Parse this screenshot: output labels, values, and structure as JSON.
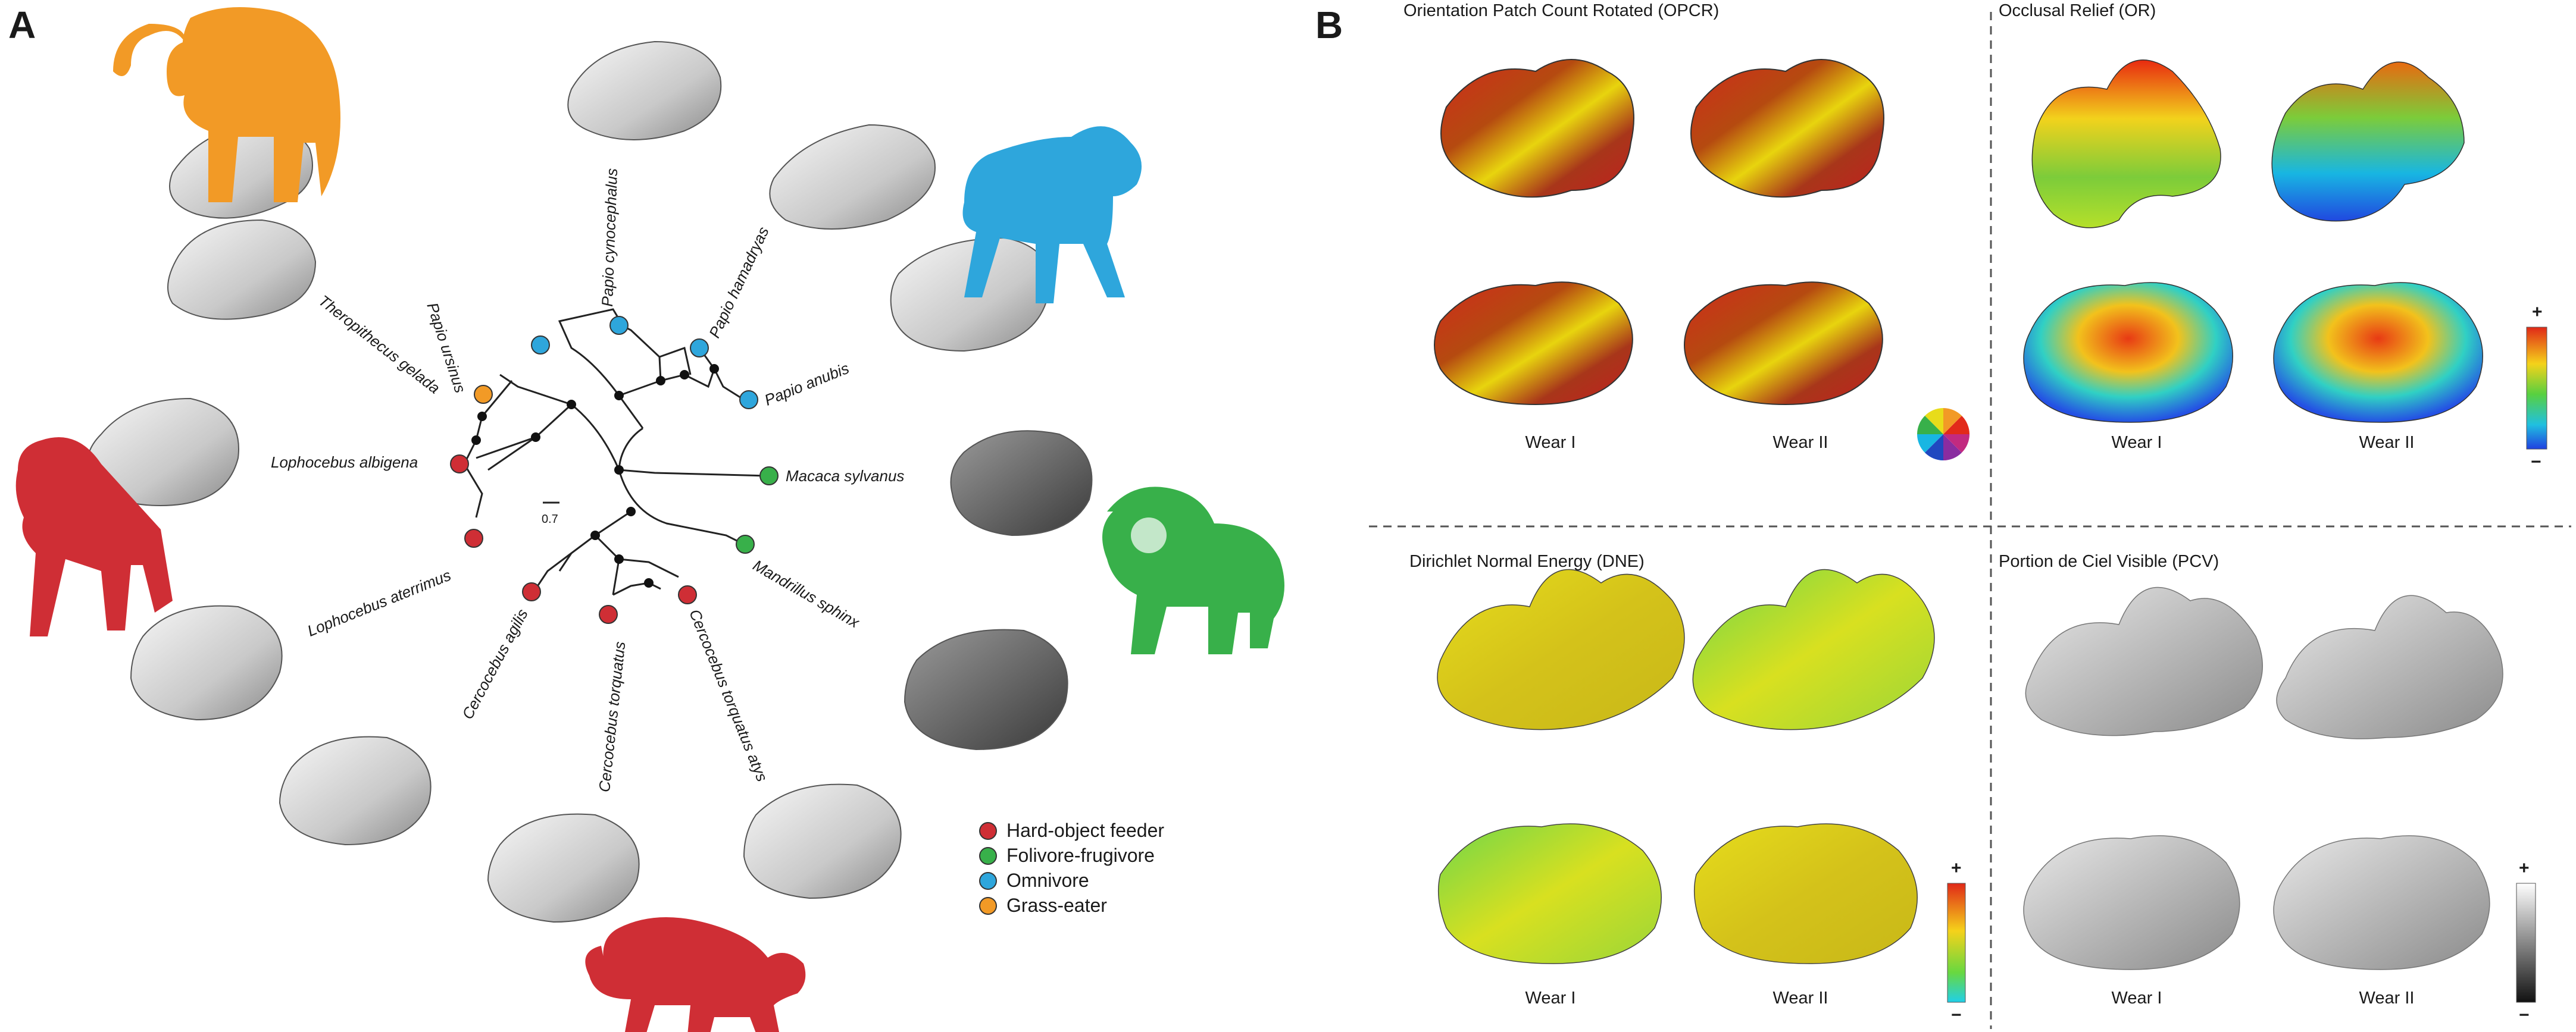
{
  "panels": {
    "a": "A",
    "b": "B"
  },
  "tree": {
    "scale_label": "0.7",
    "taxa": [
      "Papio ursinus",
      "Papio cynocephalus",
      "Papio hamadryas",
      "Papio anubis",
      "Theropithecus gelada",
      "Macaca sylvanus",
      "Lophocebus albigena",
      "Mandrillus sphinx",
      "Lophocebus aterrimus",
      "Cercocebus agilis",
      "Cercocebus torquatus",
      "Cercocebus torquatus atys"
    ]
  },
  "legend": {
    "items": [
      {
        "label": "Hard-object feeder",
        "color": "#cf2e35"
      },
      {
        "label": "Folivore-frugivore",
        "color": "#38b04a"
      },
      {
        "label": "Omnivore",
        "color": "#2ea6dc"
      },
      {
        "label": "Grass-eater",
        "color": "#f29a26"
      }
    ]
  },
  "colors": {
    "hard_object": "#cf2e35",
    "folivore": "#38b04a",
    "omnivore": "#2ea6dc",
    "grass": "#f29a26"
  },
  "sections": {
    "opcr": {
      "title": "Orientation Patch Count Rotated (OPCR)",
      "wear1": "Wear I",
      "wear2": "Wear II"
    },
    "or": {
      "title": "Occlusal Relief (OR)",
      "wear1": "Wear I",
      "wear2": "Wear II",
      "plus": "+",
      "minus": "−"
    },
    "dne": {
      "title": "Dirichlet Normal Energy (DNE)",
      "wear1": "Wear I",
      "wear2": "Wear II",
      "plus": "+",
      "minus": "−"
    },
    "pcv": {
      "title": "Portion de Ciel Visible (PCV)",
      "wear1": "Wear I",
      "wear2": "Wear II",
      "plus": "+",
      "minus": "−"
    }
  }
}
